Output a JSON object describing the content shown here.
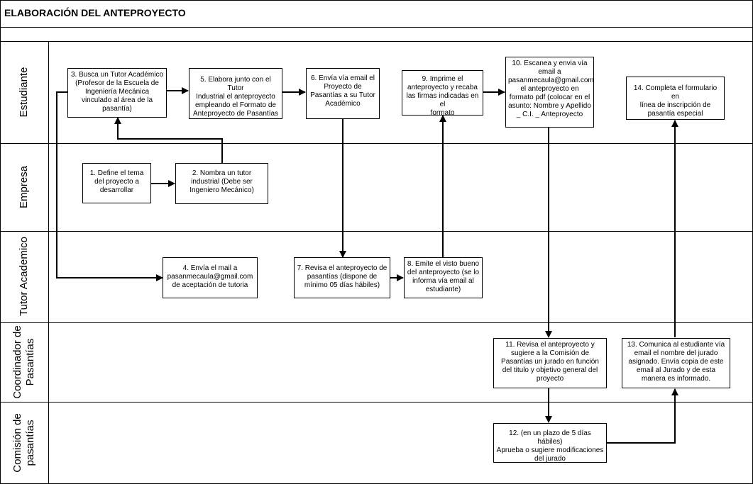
{
  "page": {
    "title": "ELABORACIÓN DEL ANTEPROYECTO"
  },
  "lanes": [
    {
      "id": "estudiante",
      "label": "Estudiante"
    },
    {
      "id": "empresa",
      "label": "Empresa"
    },
    {
      "id": "tutor",
      "label": "Tutor Academico"
    },
    {
      "id": "coordinador",
      "label": "Coordinador de\nPasantías"
    },
    {
      "id": "comision",
      "label": "Comisión de\npasantías"
    }
  ],
  "steps": {
    "s1": "1. Define el tema\ndel proyecto a\ndesarrollar",
    "s2": "2. Nombra un tutor\nindustrial (Debe ser\nIngeniero Mecánico)",
    "s3": "3. Busca un Tutor Académico\n(Profesor de la Escuela de\nIngeniería Mecánica\nvinculado al área de la\npasantía)",
    "s4": "4. Envía el mail a\npasanmecaula@gmail.com\nde aceptación de tutoria",
    "s5": "5. Elabora junto con el Tutor\nIndustrial el anteproyecto\nempleando el Formato de\nAnteproyecto de Pasantías",
    "s6": "6. Envía vía email el\nProyecto de\nPasantías a su Tutor\nAcadémico",
    "s7": "7. Revisa el anteproyecto de\npasantías (dispone de\nmínimo 05 días hábiles)",
    "s8": "8. Emite el visto bueno\ndel anteproyecto (se lo\ninforma vía email al\nestudiante)",
    "s9": "9. Imprime el\nanteproyecto y recaba\nlas firmas indicadas en el\nformato",
    "s10": "10. Escanea y envia vía\nemail a\npasanmecaula@gmail.com\nel anteproyecto en\nformato pdf (colocar en el\nasunto: Nombre y Apellido\n_ C.I. _ Anteproyecto",
    "s11": "11. Revisa el anteproyecto y\nsugiere a la Comisión de\nPasantías un jurado en función\ndel titulo y objetivo general del\nproyecto",
    "s12": "12. (en un plazo de 5 días hábiles)\nAprueba o sugiere modificaciones\ndel  jurado",
    "s13": "13. Comunica al estudiante vía\nemail el nombre del jurado\nasignado. Envía copia de este\nemail al Jurado y de esta\nmanera es informado.",
    "s14": "14. Completa el formulario en\nlínea de inscripción de\npasantía especial"
  },
  "colors": {
    "line": "#000000",
    "box_border": "#000000",
    "background": "#ffffff"
  }
}
